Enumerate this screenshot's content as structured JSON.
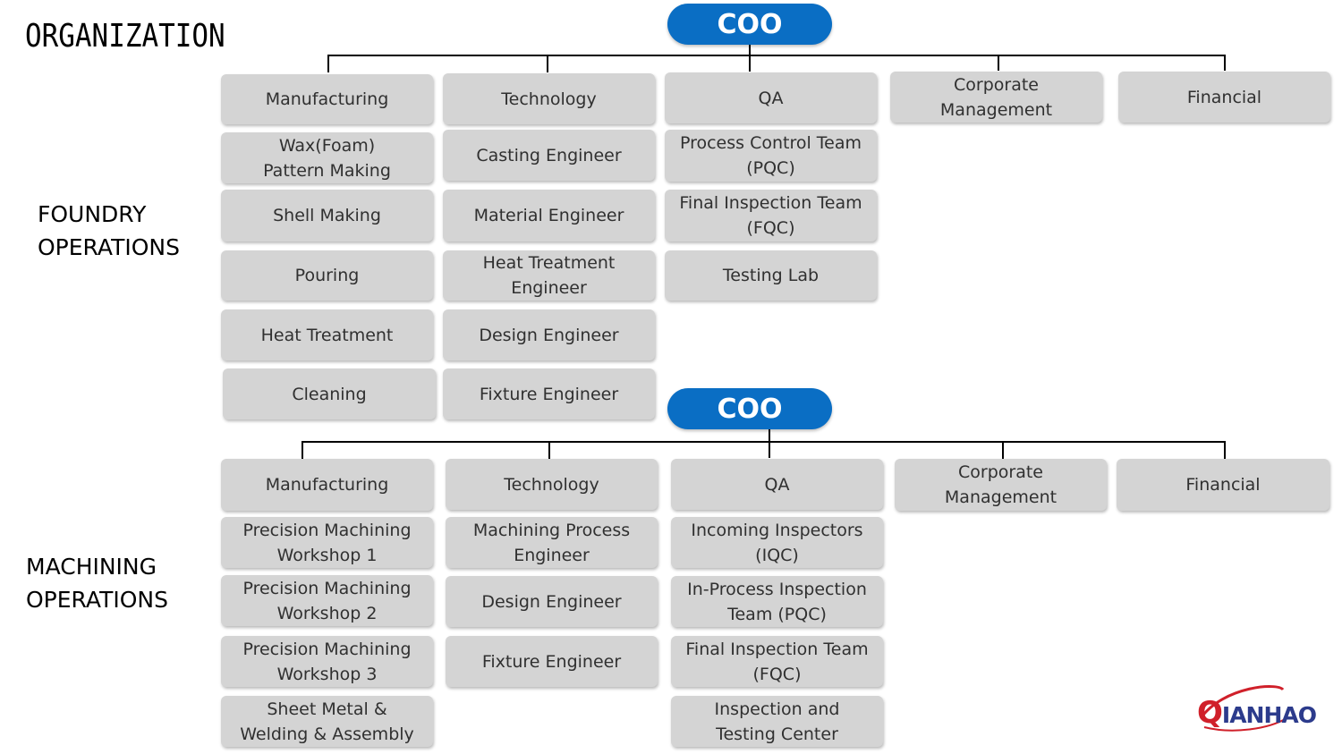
{
  "title": "ORGANIZATION",
  "foundry": {
    "label_line1": "FOUNDRY",
    "label_line2": "OPERATIONS",
    "coo": "COO",
    "departments": [
      {
        "name": "Manufacturing",
        "units": [
          "Wax(Foam) Pattern Making",
          "Shell Making",
          "Pouring",
          "Heat Treatment",
          "Cleaning"
        ]
      },
      {
        "name": "Technology",
        "units": [
          "Casting Engineer",
          "Material Engineer",
          "Heat Treatment Engineer",
          "Design Engineer",
          "Fixture Engineer"
        ]
      },
      {
        "name": "QA",
        "units": [
          "Process Control Team (PQC)",
          "Final Inspection Team (FQC)",
          "Testing Lab"
        ]
      },
      {
        "name": "Corporate Management",
        "units": []
      },
      {
        "name": "Financial",
        "units": []
      }
    ]
  },
  "machining": {
    "label_line1": "MACHINING",
    "label_line2": "OPERATIONS",
    "coo": "COO",
    "departments": [
      {
        "name": "Manufacturing",
        "units": [
          "Precision Machining Workshop 1",
          "Precision Machining Workshop 2",
          "Precision Machining Workshop 3",
          "Sheet Metal & Welding & Assembly"
        ]
      },
      {
        "name": "Technology",
        "units": [
          "Machining Process Engineer",
          "Design Engineer",
          "Fixture Engineer"
        ]
      },
      {
        "name": "QA",
        "units": [
          "Incoming Inspectors (IQC)",
          "In-Process Inspection Team (PQC)",
          "Final Inspection Team (FQC)",
          "Inspection and Testing Center"
        ]
      },
      {
        "name": "Corporate Management",
        "units": []
      },
      {
        "name": "Financial",
        "units": []
      }
    ]
  },
  "logo": {
    "initial": "Q",
    "rest": "IANHAO",
    "color_red": "#d0202a",
    "color_blue": "#2c3b8c"
  },
  "colors": {
    "coo_fill": "#0a6ec4",
    "box_fill": "#d4d4d4",
    "box_text": "#303030"
  }
}
